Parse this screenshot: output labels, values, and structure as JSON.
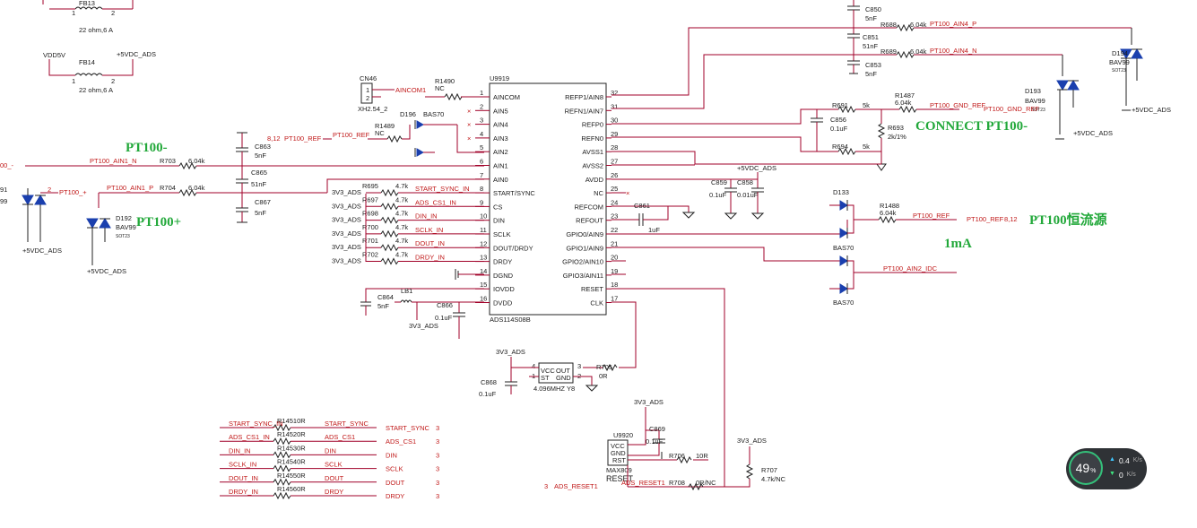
{
  "labels": {
    "fb13": "FB13",
    "fb13_pin1": "1",
    "fb13_pin2": "2",
    "fb13_val": "22 ohm,6 A",
    "vdd5v": "VDD5V",
    "fb14": "FB14",
    "fb14_pin1": "1",
    "fb14_pin2": "2",
    "p5vdc_fb14": "+5VDC_ADS",
    "fb14_val": "22 ohm,6 A",
    "cn46": "CN46",
    "cn46_1": "1",
    "cn46_2": "2",
    "cn46_name": "XH2.54_2",
    "aincom1": "AINCOM1",
    "r1490": "R1490",
    "r1490_val": "NC",
    "r1489": "R1489",
    "r1489_val": "NC",
    "d196": "D196",
    "bas70_d196": "BAS70",
    "pt100_ref_812": "8,12",
    "pt100_ref_left": "PT100_REF",
    "pt100_ref_mid": "PT100_REF",
    "c863": "C863",
    "c863_v": "5nF",
    "c865": "C865",
    "c865_v": "51nF",
    "c867": "C867",
    "c867_v": "5nF",
    "r703": "R703",
    "r703_v": "6.04k",
    "r704": "R704",
    "r704_v": "6.04k",
    "pt100_ain1_n": "PT100_AIN1_N",
    "pt100_ain1_p": "PT100_AIN1_P",
    "pt100_plus_small": "PT100_+",
    "pt100_minus_small": "00_-",
    "big_pt100_minus": "PT100-",
    "big_pt100_plus": "PT100+",
    "d191": "91",
    "d191_val": "99",
    "d191_p5": "+5VDC_ADS",
    "pin2_left": "2",
    "d192": "D192",
    "d192_val": "BAV99",
    "d192_pkg": "SOT23",
    "d192_p5": "+5VDC_ADS",
    "u9919": "U9919",
    "u9919_part": "ADS114S08B",
    "lp_1": "AINCOM",
    "lp_2": "AIN5",
    "lp_3": "AIN4",
    "lp_4": "AIN3",
    "lp_5": "AIN2",
    "lp_6": "AIN1",
    "lp_7": "AIN0",
    "lp_8": "START/SYNC",
    "lp_9": "CS",
    "lp_10": "DIN",
    "lp_11": "SCLK",
    "lp_12": "DOUT/DRDY",
    "lp_13": "DRDY",
    "lp_14": "DGND",
    "lp_15": "IOVDD",
    "lp_16": "DVDD",
    "rp_32": "REFP1/AIN8",
    "rp_31": "REFN1/AIN7",
    "rp_30": "REFP0",
    "rp_29": "REFN0",
    "rp_28": "AVSS1",
    "rp_27": "AVSS2",
    "rp_26": "AVDD",
    "rp_25": "NC",
    "rp_24": "REFCOM",
    "rp_23": "REFOUT",
    "rp_22": "GPIO0/AIN9",
    "rp_21": "GPIO1/AIN9",
    "rp_20": "GPIO2/AIN10",
    "rp_19": "GPIO3/AIN11",
    "rp_18": "RESET",
    "rp_17": "CLK",
    "r695": "R695",
    "r697": "R697",
    "r698": "R698",
    "r700": "R700",
    "r701": "R701",
    "r702": "R702",
    "r_4k7": "4.7k",
    "v3_ads": "3V3_ADS",
    "sig_start": "START_SYNC_IN",
    "sig_cs": "ADS_CS1_IN",
    "sig_din": "DIN_IN",
    "sig_sclk": "SCLK_IN",
    "sig_dout": "DOUT_IN",
    "sig_drdy": "DRDY_IN",
    "c864": "C864",
    "c864_v": "5nF",
    "lb1": "LB1",
    "c866": "C866",
    "c866_v": "0.1uF",
    "c850": "C850",
    "c850_v": "5nF",
    "c851": "C851",
    "c851_v": "51nF",
    "c853": "C853",
    "c853_v": "5nF",
    "r688": "R688",
    "r688_v": "6.04k",
    "pt100_ain4_p": "PT100_AIN4_P",
    "r689": "R689",
    "r689_v": "6.04k",
    "pt100_ain4_n": "PT100_AIN4_N",
    "d194": "D194",
    "d194_val": "BAV99",
    "d194_pkg": "SOT23",
    "d194_p5": "+5VDC_ADS",
    "d193": "D193",
    "d193_val": "BAV99",
    "d193_pkg": "SOT23",
    "d193_p5": "+5VDC_ADS",
    "r691": "R691",
    "r691_v": "5k",
    "r694": "R694",
    "r694_v": "5k",
    "c856": "C856",
    "c856_v": "0.1uF",
    "r693": "R693",
    "r693_v": "2k/1%",
    "r1487": "R1487",
    "r1487_v": "6.04k",
    "pt100_gnd_ref": "PT100_GND_REF",
    "pt100_gnd_ref2": "PT100_GND_REF",
    "big_connect": "CONNECT PT100-",
    "p5vdc_avdd": "+5VDC_ADS",
    "c859": "C859",
    "c859_v": "0.1uF",
    "c858": "C858",
    "c858_v": "0.01uF",
    "c861": "C861",
    "c861_v": "1uF",
    "d133": "D133",
    "r1488": "R1488",
    "r1488_v": "6.04k",
    "pt100_ref_out": "PT100_REF",
    "pt100_ref_out2": "PT100_REF",
    "pt100_ref_812b": "8,12",
    "big_current": "PT100恒流源",
    "big_1ma": "1mA",
    "bas70_a": "BAS70",
    "bas70_b": "BAS70",
    "pt100_ain2_idc": "PT100_AIN2_IDC",
    "osc_pin4": "4",
    "osc_pin3": "3",
    "osc_pin1": "1",
    "osc_pin2": "2",
    "osc_vcc": "VCC",
    "osc_out": "OUT",
    "osc_st": "ST",
    "osc_gnd": "GND",
    "osc_freq": "4.096MHZ Y8",
    "r705": "R705",
    "r705_v": "0R",
    "c868": "C868",
    "c868_v": "0.1uF",
    "u9920": "U9920",
    "u_vcc": "VCC",
    "u_gnd": "GND",
    "u_rst": "RST",
    "u_part": "MAX809",
    "reset_lbl": "RESET",
    "c869": "C869",
    "c869_v": "0.1uF",
    "r706": "R706",
    "r706_v": "10R",
    "r707": "R707",
    "r707_v": "4.7k/NC",
    "r708": "R708",
    "r708_v": "0R/NC",
    "ads_reset1": "ADS_RESET1",
    "ads_reset1_l": "ADS_RESET1",
    "reset_3": "3",
    "r14510r": "R14510R",
    "r14520r": "R14520R",
    "r14530r": "R14530R",
    "r14540r": "R14540R",
    "r14550r": "R14550R",
    "r14560r": "R14560R",
    "b_start_in": "START_SYNC_IN",
    "b_cs_in": "ADS_CS1_IN",
    "b_din_in": "DIN_IN",
    "b_sclk_in": "SCLK_IN",
    "b_dout_in": "DOUT_IN",
    "b_drdy_in": "DRDY_IN",
    "b_start": "START_SYNC",
    "b_cs": "ADS_CS1",
    "b_din": "DIN",
    "b_sclk": "SCLK",
    "b_dout": "DOUT",
    "b_drdy": "DRDY",
    "b_start_o": "START_SYNC",
    "b_cs_o": "ADS_CS1",
    "b_din_o": "DIN",
    "b_sclk_o": "SCLK",
    "b_dout_o": "DOUT",
    "b_drdy_o": "DRDY",
    "b_3": "3"
  },
  "widget": {
    "percent": "49",
    "percent_unit": "%",
    "up": "0.4",
    "up_unit": "K/s",
    "down": "0",
    "down_unit": "K/s"
  }
}
